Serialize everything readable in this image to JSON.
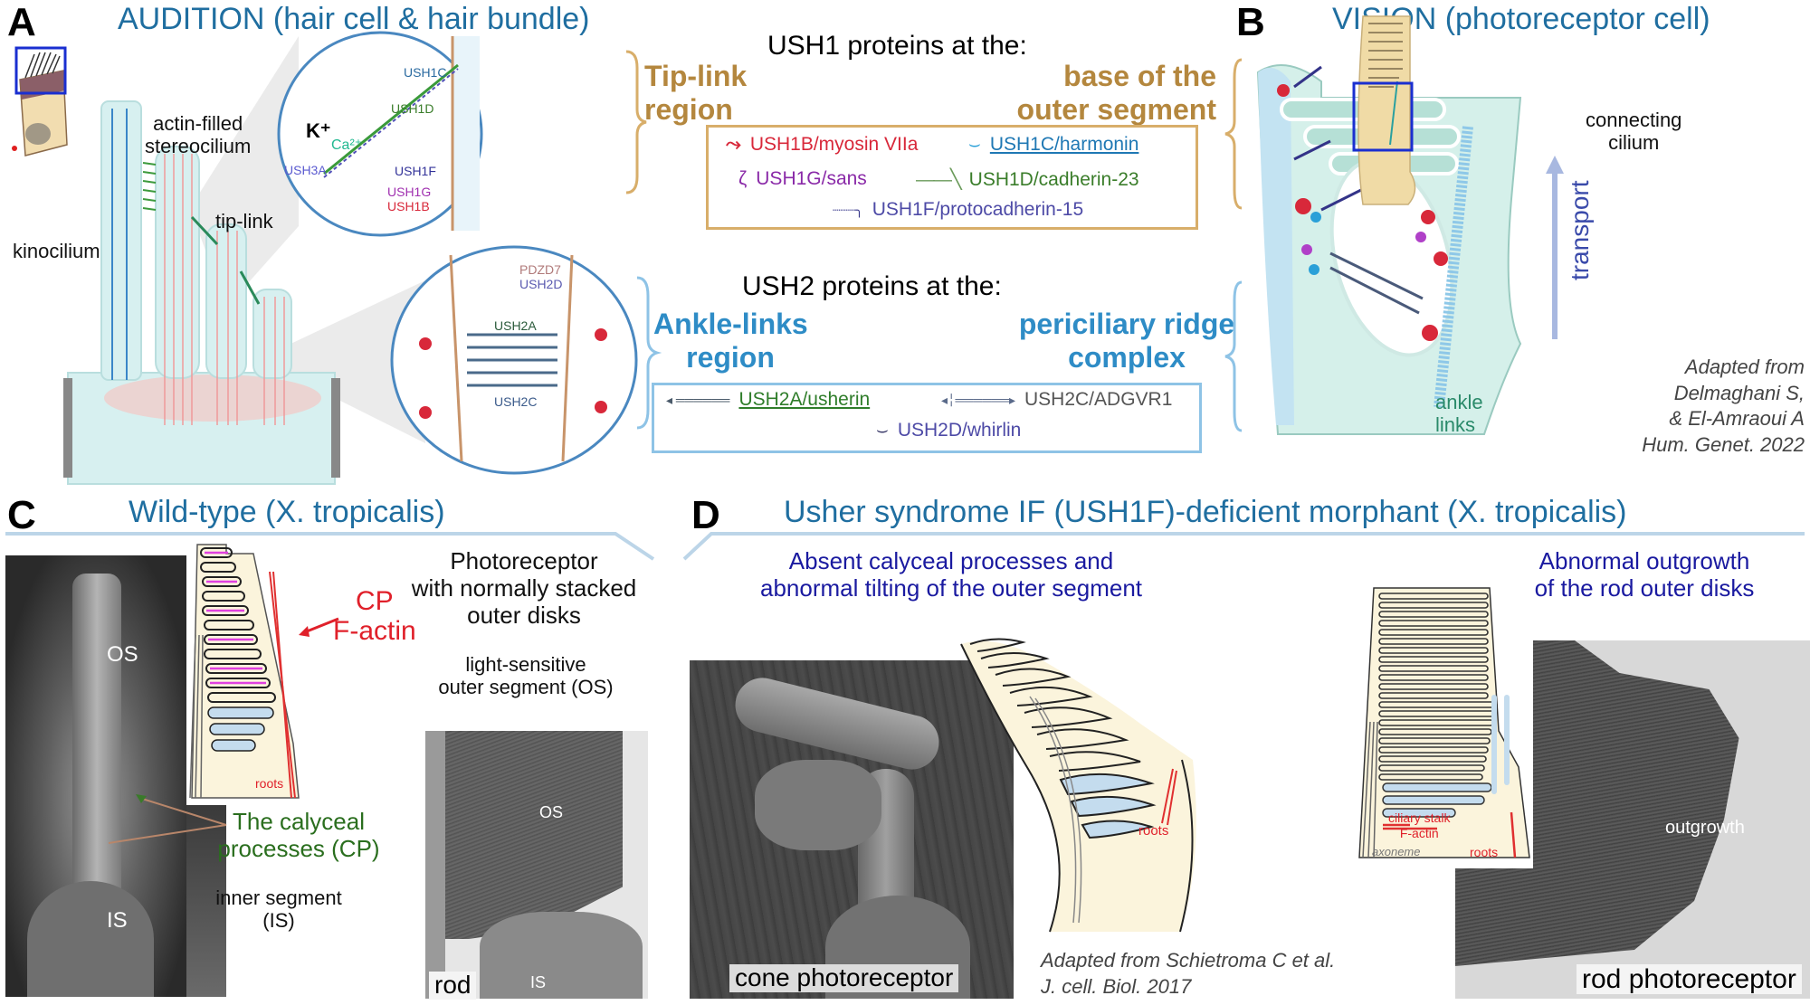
{
  "panels": {
    "A": {
      "letter": "A",
      "title": "AUDITION (hair cell & hair bundle)",
      "labels": {
        "stereocilium": "actin-filled\nstereocilium",
        "tip_link": "tip-link",
        "kinocilium": "kinocilium"
      },
      "inset_tip": {
        "k_ion": "K⁺",
        "ca_ion": "Ca²⁺",
        "ush3a": "USH3A",
        "ush1c": "USH1C",
        "ush1d": "USH1D",
        "ush1f": "USH1F",
        "ush1g": "USH1G",
        "ush1b": "USH1B"
      },
      "inset_ankle": {
        "pdzd7": "PDZD7",
        "ush2d": "USH2D",
        "ush2a": "USH2A",
        "ush2c": "USH2C"
      }
    },
    "legend": {
      "ush1": {
        "heading": "USH1 proteins at the:",
        "region_left": "Tip-link\nregion",
        "region_right": "base of the\nouter segment",
        "items": [
          {
            "label": "USH1B/myosin VIIa",
            "color": "#d8283a",
            "icon": "myosin-icon"
          },
          {
            "label": "USH1C/harmonin",
            "color": "#1f78b4",
            "icon": "harmonin-icon",
            "underline": true
          },
          {
            "label": "USH1G/sans",
            "color": "#8a2aa8",
            "icon": "sans-icon"
          },
          {
            "label": "USH1D/cadherin-23",
            "color": "#3a7d2a",
            "icon": "cadherin23-icon"
          },
          {
            "label": "USH1F/protocadherin-15",
            "color": "#4d4aa6",
            "icon": "protocadherin15-icon"
          }
        ]
      },
      "ush2": {
        "heading": "USH2 proteins at the:",
        "region_left": "Ankle-links\nregion",
        "region_right": "periciliary ridge\ncomplex",
        "items": [
          {
            "label": "USH2A/usherin",
            "color": "#2f7d2a",
            "icon": "usherin-icon",
            "underline": true
          },
          {
            "label": "USH2C/ADGVR1",
            "color": "#555555",
            "icon": "adgvr1-icon"
          },
          {
            "label": "USH2D/whirlin",
            "color": "#4d4aa6",
            "icon": "whirlin-icon"
          }
        ]
      }
    },
    "B": {
      "letter": "B",
      "title": "VISION (photoreceptor cell)",
      "labels": {
        "connecting_cilium": "connecting\ncilium",
        "transport": "transport",
        "ankle_links": "ankle\nlinks"
      },
      "citation": "Adapted from\nDelmaghani S,\n& El-Amraoui A\nHum. Genet. 2022"
    },
    "C": {
      "letter": "C",
      "title": "Wild-type (X. tropicalis)",
      "labels": {
        "os": "OS",
        "is": "IS",
        "cp_factin": "CP\nF-actin",
        "roots": "roots",
        "photoreceptor_desc": "Photoreceptor\nwith normally stacked\nouter disks",
        "os_desc": "light-sensitive\nouter segment (OS)",
        "calyceal": "The calyceal\nprocesses (CP)",
        "is_desc": "inner segment\n(IS)",
        "tem_os": "OS",
        "tem_is": "IS",
        "rod": "rod"
      }
    },
    "D": {
      "letter": "D",
      "title": "Usher syndrome IF (USH1F)-deficient morphant (X. tropicalis)",
      "labels": {
        "cone_desc": "Absent calyceal processes and\nabnormal tilting of the outer segment",
        "rod_desc": "Abnormal outgrowth\nof the rod outer disks",
        "roots_cone": "roots",
        "ciliary_stalk": "ciliary stalk\nF-actin",
        "axoneme": "axoneme",
        "roots_rod": "roots",
        "outgrowth": "outgrowth",
        "cone_caption": "cone photoreceptor",
        "rod_caption": "rod photoreceptor"
      },
      "citation": "Adapted from Schietroma C et al.\nJ. cell. Biol. 2017"
    }
  },
  "colors": {
    "title_blue": "#1f6ea0",
    "tan": "#b4873e",
    "region_blue": "#2e8cc6",
    "label_red": "#e0202a",
    "label_green": "#2a6e1e",
    "desc_navy": "#1a1aa0",
    "cell_fill": "#cfeeee",
    "cell_cream": "#fbf4dc"
  }
}
